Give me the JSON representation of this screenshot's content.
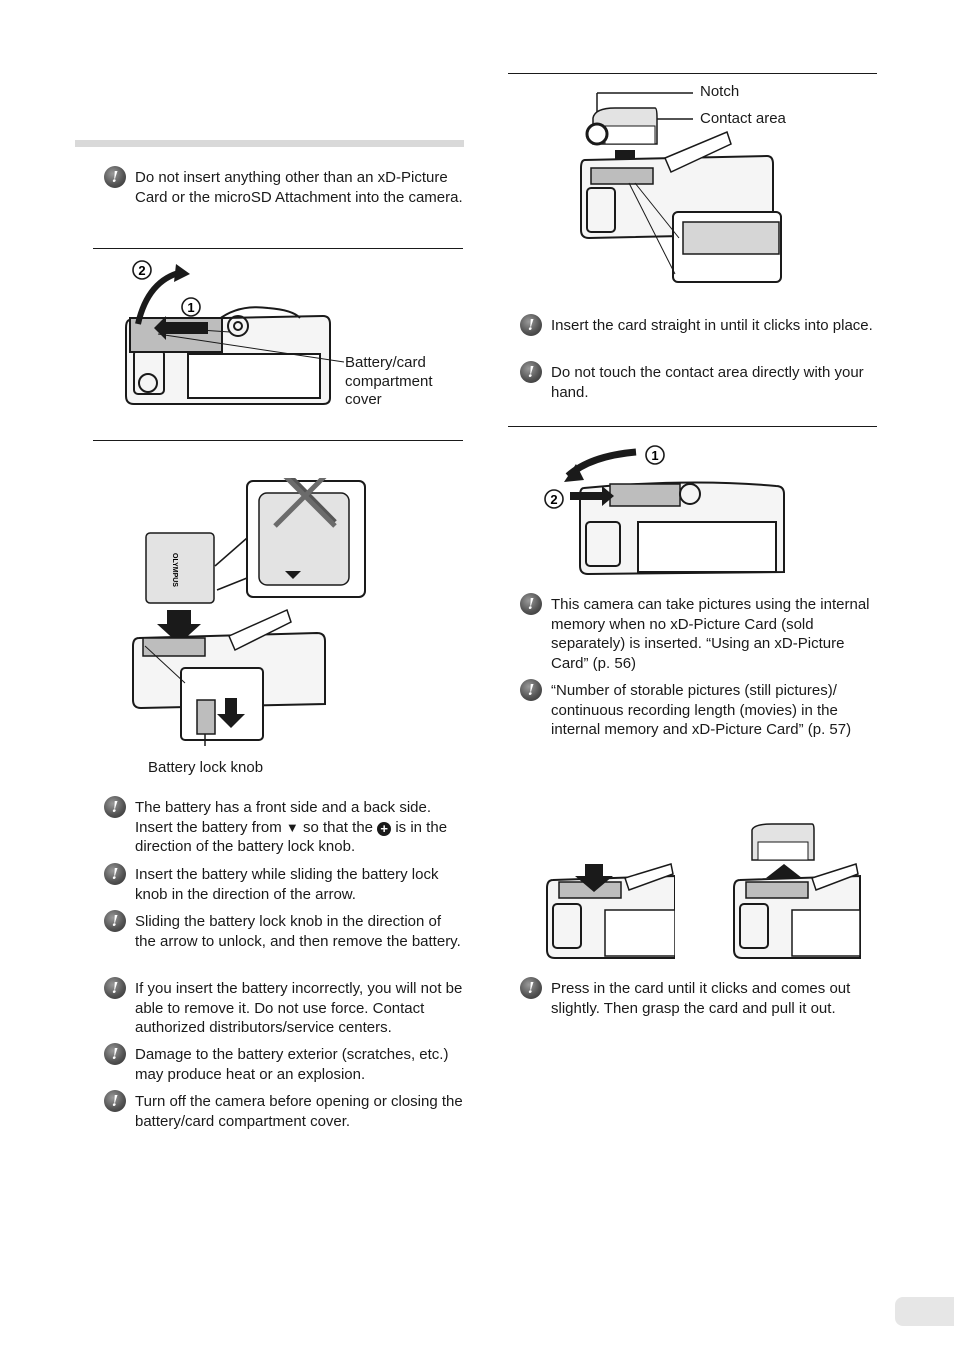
{
  "left": {
    "card_note": "Do not insert anything other than an xD-Picture Card or the microSD Attachment into the camera.",
    "cover_label": "Battery/card compartment cover",
    "step1": "1",
    "step2": "2",
    "battery_brand": "OLYMPUS",
    "knob_label": "Battery lock knob",
    "battery_notes": {
      "n1_a": "The battery has a front side and a back side. Insert the battery from ",
      "n1_tri": "▼",
      "n1_b": " so that the ",
      "n1_c": " is in the direction of the battery lock knob.",
      "n2": "Insert the battery while sliding the battery lock knob in the direction of the arrow.",
      "n3": "Sliding the battery lock knob in the direction of the arrow to unlock, and then remove the battery.",
      "n4": "If you insert the battery incorrectly, you will not be able to remove it. Do not use force. Contact authorized distributors/service centers.",
      "n5": "Damage to the battery exterior (scratches, etc.) may produce heat or an explosion.",
      "n6": "Turn off the camera before opening or closing the battery/card compartment cover."
    }
  },
  "right": {
    "notch_label": "Notch",
    "contact_label": "Contact area",
    "insert_notes": [
      "Insert the card straight in until it clicks into place.",
      "Do not touch the contact area directly with your hand."
    ],
    "step1": "1",
    "step2": "2",
    "memory_notes": [
      "This camera can take pictures using the internal memory when no xD-Picture Card (sold separately) is inserted. “Using an xD-Picture Card” (p. 56)",
      "“Number of storable pictures (still pictures)/ continuous recording length (movies) in the internal memory and xD-Picture Card” (p. 57)"
    ],
    "remove_note": "Press in the card until it clicks and comes out slightly. Then grasp the card and pull it out."
  },
  "icons": {
    "note_icon": "exclamation-icon",
    "glyph": "!"
  }
}
